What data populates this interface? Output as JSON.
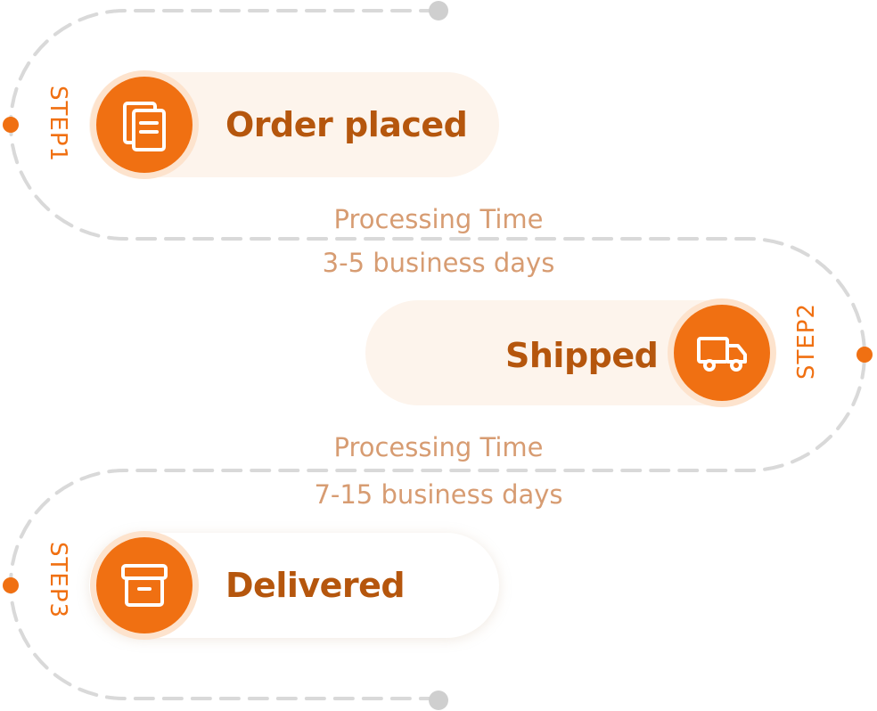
{
  "colors": {
    "accent": "#f07012",
    "title": "#b5560d",
    "processing_text": "#d79c72",
    "path": "#d9d9d9",
    "pill_bg": "#fdf4ec"
  },
  "steps": [
    {
      "label": "STEP1",
      "title": "Order placed",
      "icon": "document-icon"
    },
    {
      "label": "STEP2",
      "title": "Shipped",
      "icon": "truck-icon"
    },
    {
      "label": "STEP3",
      "title": "Delivered",
      "icon": "box-icon"
    }
  ],
  "processing": [
    {
      "title": "Processing Time",
      "duration": "3-5 business days"
    },
    {
      "title": "Processing Time",
      "duration": "7-15 business days"
    }
  ]
}
